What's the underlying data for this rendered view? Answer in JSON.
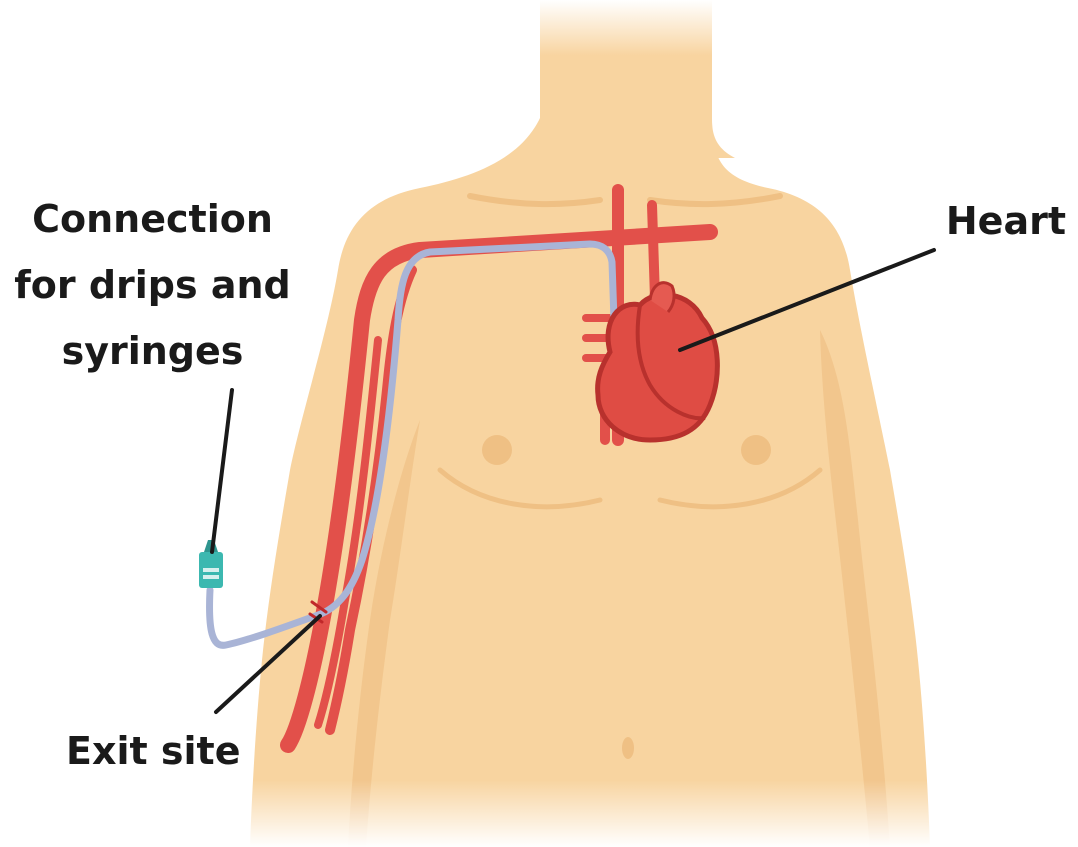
{
  "labels": {
    "connection": [
      "Connection",
      "for drips and",
      "syringes"
    ],
    "heart": "Heart",
    "exit_site": "Exit site"
  },
  "colors": {
    "skin": "#f8d4a0",
    "skin_shade": "#efc084",
    "vessel": "#e2504a",
    "catheter": "#a9b4d6",
    "connector": "#3cb8b0",
    "heart": "#df4c44",
    "leader_line": "#1a1a1a"
  },
  "icons": [
    "torso-illustration",
    "heart-icon",
    "catheter-connector-icon"
  ]
}
